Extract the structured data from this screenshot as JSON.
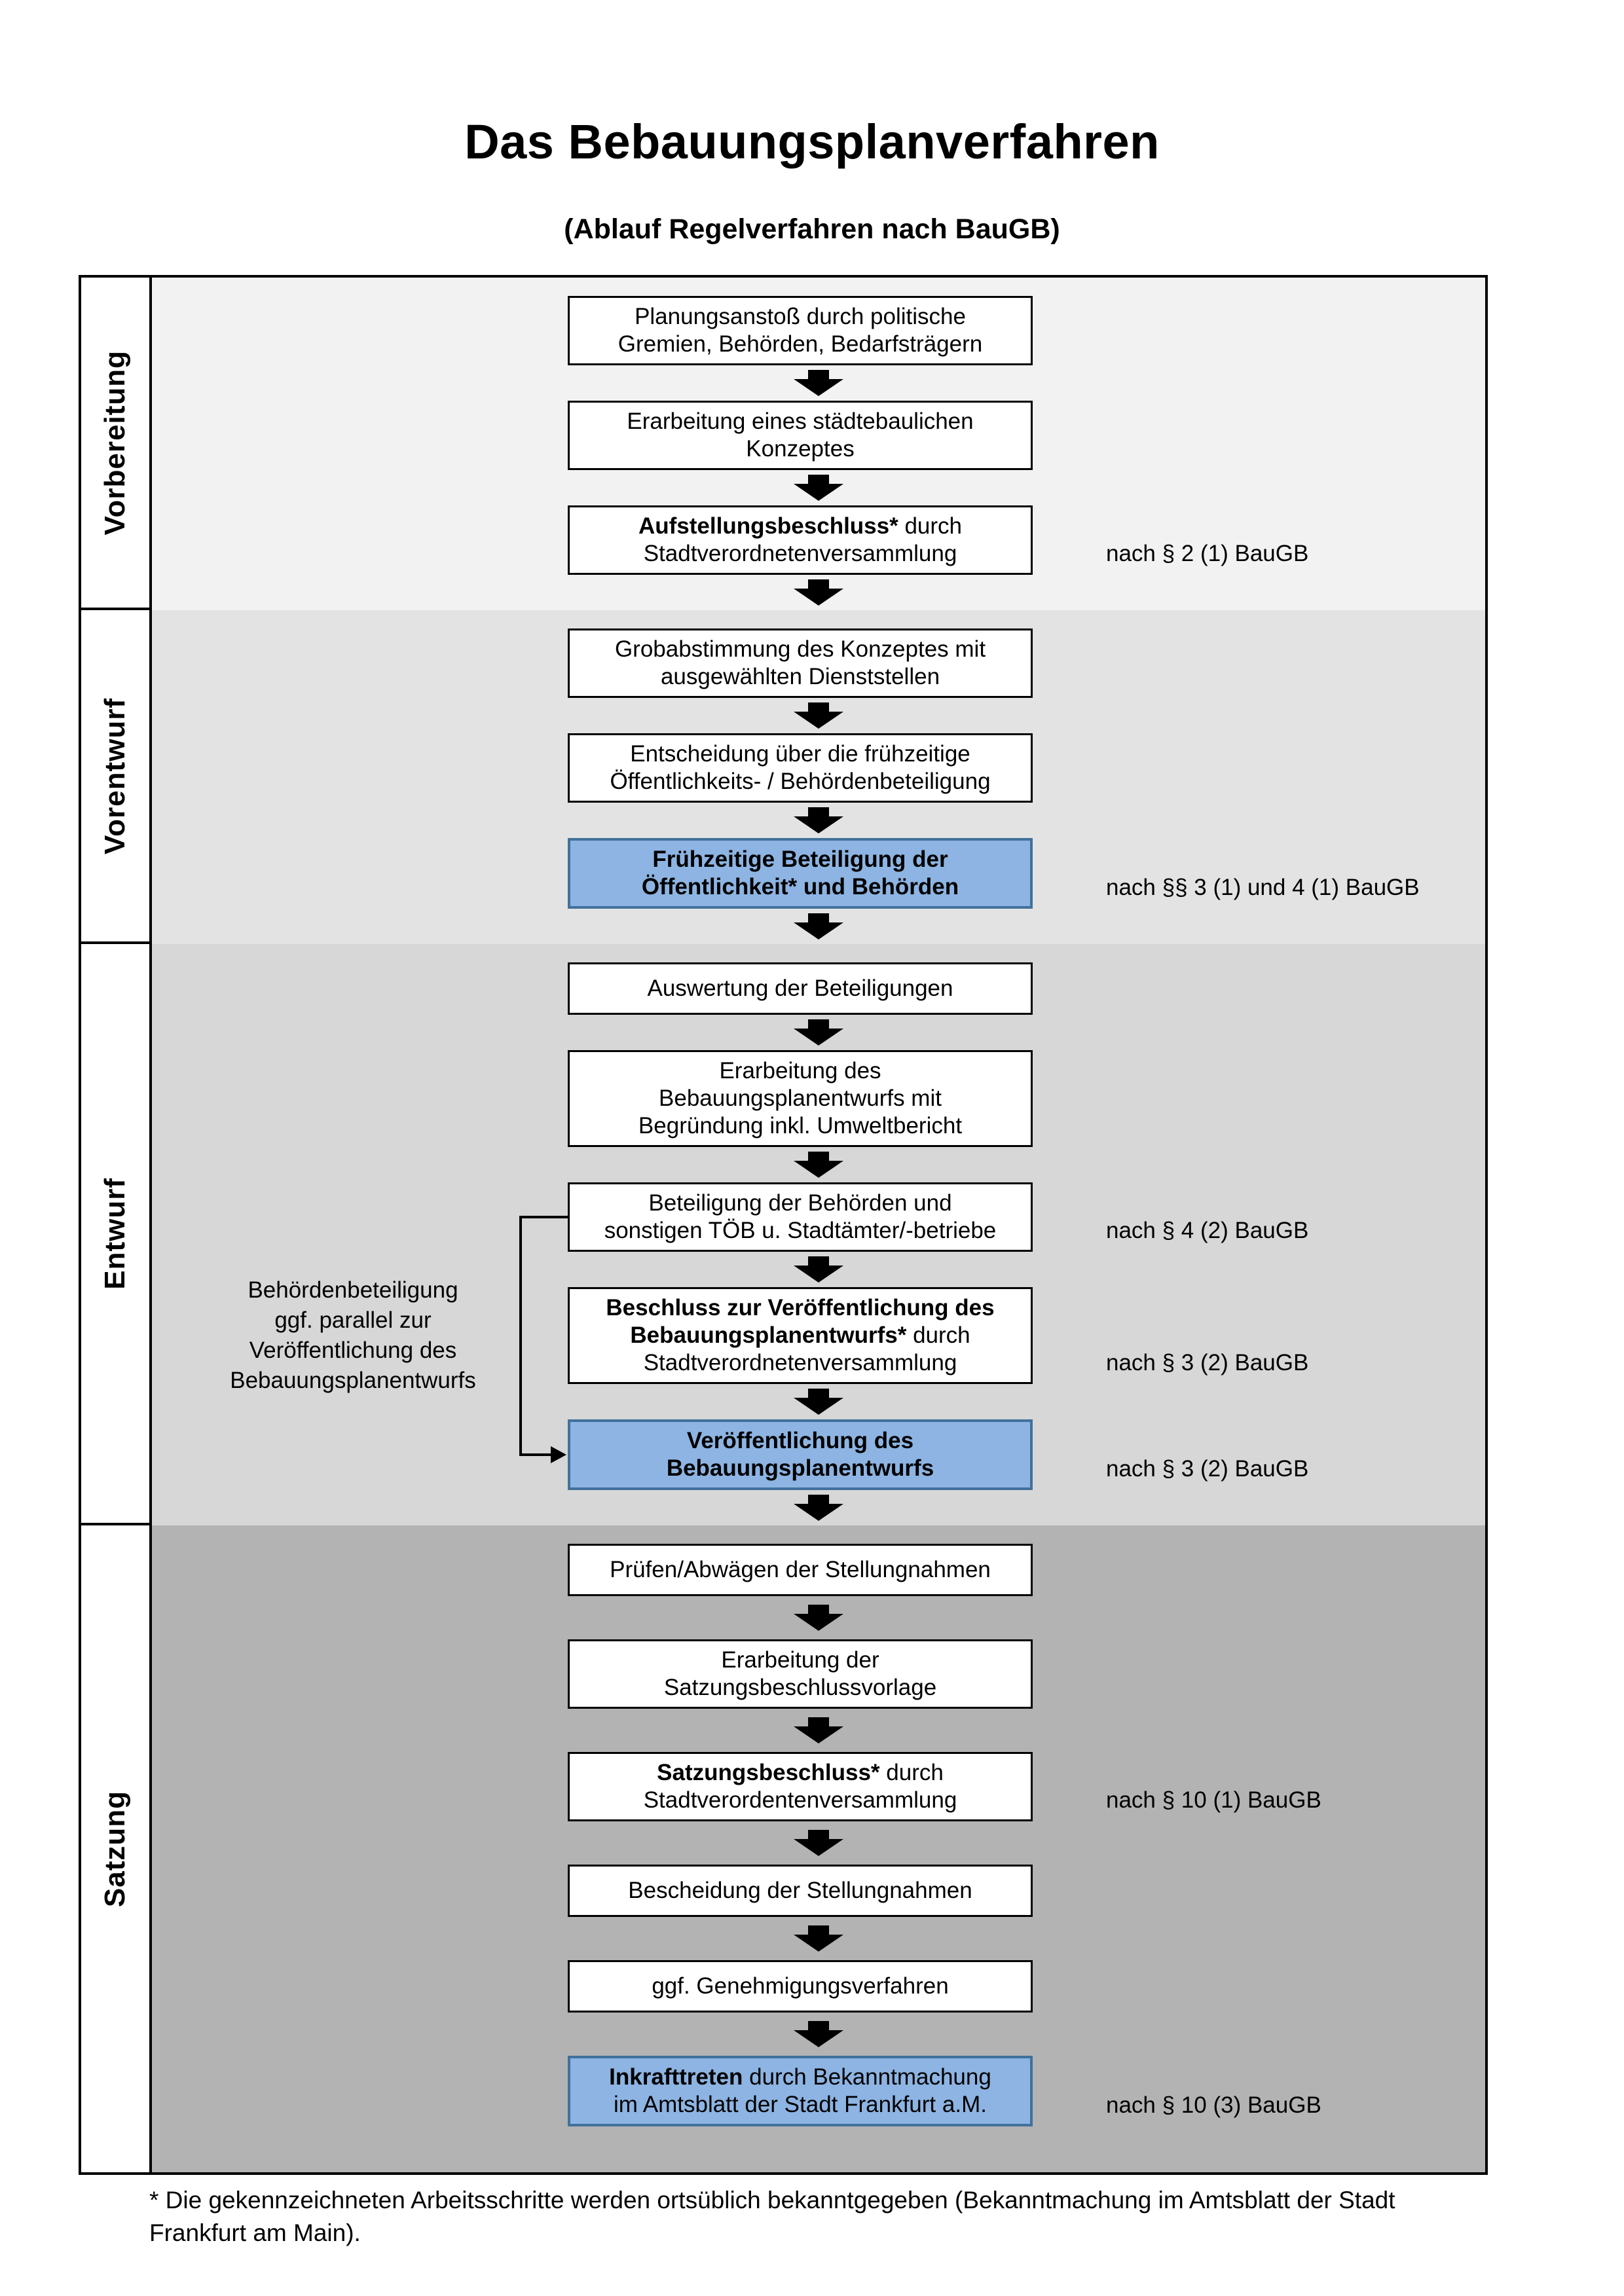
{
  "header": {
    "title": "Das Bebauungsplanverfahren",
    "subtitle": "(Ablauf Regelverfahren nach BauGB)"
  },
  "colors": {
    "highlight_fill": "#8db4e2",
    "highlight_border": "#41719c",
    "box_border": "#000000",
    "band_vorbereitung": "#f2f2f2",
    "band_vorentwurf": "#e3e3e3",
    "band_entwurf": "#d7d7d7",
    "band_satzung": "#b3b3b3"
  },
  "phases": [
    {
      "label": "Vorbereitung",
      "band_color": "#f2f2f2",
      "steps": [
        {
          "id": "planungsanstoss",
          "lines": [
            [
              {
                "t": "Planungsanstoß durch politische",
                "b": false
              }
            ],
            [
              {
                "t": "Gremien, Behörden, Bedarfsträgern",
                "b": false
              }
            ]
          ]
        },
        {
          "id": "staedtebauliches-konzept",
          "lines": [
            [
              {
                "t": "Erarbeitung eines städtebaulichen",
                "b": false
              }
            ],
            [
              {
                "t": "Konzeptes",
                "b": false
              }
            ]
          ]
        },
        {
          "id": "aufstellungsbeschluss",
          "lines": [
            [
              {
                "t": "Aufstellungsbeschluss*",
                "b": true
              },
              {
                "t": " durch",
                "b": false
              }
            ],
            [
              {
                "t": "Stadtverordnetenversammlung",
                "b": false
              }
            ]
          ],
          "note": "nach § 2 (1) BauGB"
        }
      ]
    },
    {
      "label": "Vorentwurf",
      "band_color": "#e3e3e3",
      "steps": [
        {
          "id": "grobabstimmung",
          "lines": [
            [
              {
                "t": "Grobabstimmung des Konzeptes mit",
                "b": false
              }
            ],
            [
              {
                "t": "ausgewählten Dienststellen",
                "b": false
              }
            ]
          ]
        },
        {
          "id": "entscheidung-fruehzeitige",
          "lines": [
            [
              {
                "t": "Entscheidung über die frühzeitige",
                "b": false
              }
            ],
            [
              {
                "t": "Öffentlichkeits- / Behördenbeteiligung",
                "b": false
              }
            ]
          ]
        },
        {
          "id": "fruehzeitige-beteiligung",
          "highlight": true,
          "lines": [
            [
              {
                "t": "Frühzeitige Beteiligung der",
                "b": true
              }
            ],
            [
              {
                "t": "Öffentlichkeit* und Behörden",
                "b": true
              }
            ]
          ],
          "note": "nach §§ 3 (1) und 4 (1) BauGB"
        }
      ]
    },
    {
      "label": "Entwurf",
      "band_color": "#d7d7d7",
      "steps": [
        {
          "id": "auswertung",
          "lines": [
            [
              {
                "t": "Auswertung der Beteiligungen",
                "b": false
              }
            ]
          ]
        },
        {
          "id": "erarbeitung-entwurf",
          "lines": [
            [
              {
                "t": "Erarbeitung des",
                "b": false
              }
            ],
            [
              {
                "t": "Bebauungsplanentwurfs mit",
                "b": false
              }
            ],
            [
              {
                "t": "Begründung inkl. Umweltbericht",
                "b": false
              }
            ]
          ]
        },
        {
          "id": "beteiligung-toeb",
          "lines": [
            [
              {
                "t": "Beteiligung der Behörden und",
                "b": false
              }
            ],
            [
              {
                "t": "sonstigen TÖB u. Stadtämter/-betriebe",
                "b": false
              }
            ]
          ],
          "note": "nach § 4 (2) BauGB"
        },
        {
          "id": "beschluss-veroeffentlichung",
          "lines": [
            [
              {
                "t": "Beschluss zur Veröffentlichung des",
                "b": true
              }
            ],
            [
              {
                "t": "Bebauungsplanentwurfs*",
                "b": true
              },
              {
                "t": " durch",
                "b": false
              }
            ],
            [
              {
                "t": "Stadtverordnetenversammlung",
                "b": false
              }
            ]
          ],
          "note": "nach § 3 (2) BauGB"
        },
        {
          "id": "veroeffentlichung-entwurf",
          "highlight": true,
          "lines": [
            [
              {
                "t": "Veröffentlichung des",
                "b": true
              }
            ],
            [
              {
                "t": "Bebauungsplanentwurfs",
                "b": true
              }
            ]
          ],
          "note": "nach § 3 (2) BauGB"
        }
      ]
    },
    {
      "label": "Satzung",
      "band_color": "#b3b3b3",
      "steps": [
        {
          "id": "pruefen-abwaegen",
          "lines": [
            [
              {
                "t": "Prüfen/Abwägen der Stellungnahmen",
                "b": false
              }
            ]
          ]
        },
        {
          "id": "satzungsbeschlussvorlage",
          "lines": [
            [
              {
                "t": "Erarbeitung der",
                "b": false
              }
            ],
            [
              {
                "t": "Satzungsbeschlussvorlage",
                "b": false
              }
            ]
          ]
        },
        {
          "id": "satzungsbeschluss",
          "lines": [
            [
              {
                "t": "Satzungsbeschluss*",
                "b": true
              },
              {
                "t": " durch",
                "b": false
              }
            ],
            [
              {
                "t": "Stadtverordentenversammlung",
                "b": false
              }
            ]
          ],
          "note": "nach § 10 (1) BauGB"
        },
        {
          "id": "bescheidung",
          "lines": [
            [
              {
                "t": "Bescheidung der Stellungnahmen",
                "b": false
              }
            ]
          ]
        },
        {
          "id": "genehmigungsverfahren",
          "lines": [
            [
              {
                "t": "ggf. Genehmigungsverfahren",
                "b": false
              }
            ]
          ]
        },
        {
          "id": "inkrafttreten",
          "highlight": true,
          "lines": [
            [
              {
                "t": "Inkrafttreten",
                "b": true
              },
              {
                "t": " durch Bekanntmachung",
                "b": false
              }
            ],
            [
              {
                "t": "im Amtsblatt der Stadt Frankfurt a.M.",
                "b": false
              }
            ]
          ],
          "note": "nach § 10 (3) BauGB"
        }
      ]
    }
  ],
  "entwurf_annotation": {
    "lines": [
      "Behördenbeteiligung",
      "ggf. parallel zur",
      "Veröffentlichung des",
      "Bebauungsplanentwurfs"
    ]
  },
  "footnote": {
    "text": "* Die gekennzeichneten Arbeitsschritte werden ortsüblich bekanntgegeben (Bekanntmachung im Amtsblatt  der Stadt Frankfurt am Main)."
  }
}
